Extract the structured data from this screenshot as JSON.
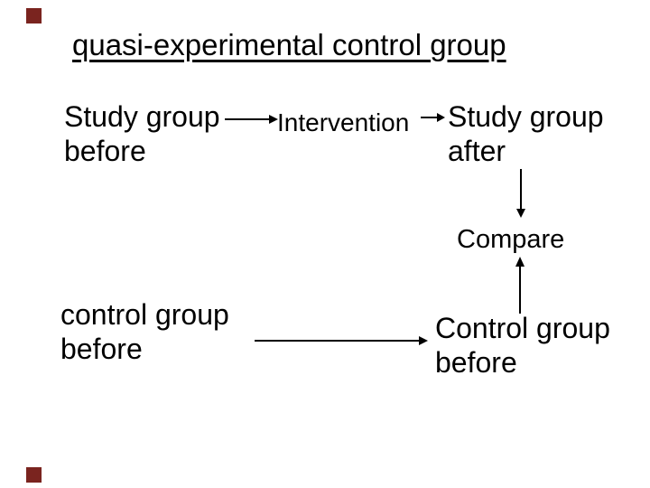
{
  "slide": {
    "title": "quasi-experimental control group",
    "nodes": {
      "study_before": {
        "line1": "Study group",
        "line2": "before"
      },
      "intervention": {
        "label": "Intervention"
      },
      "study_after": {
        "line1": "Study group",
        "line2": "after"
      },
      "compare": {
        "label": "Compare"
      },
      "control_before_left": {
        "line1": "control group",
        "line2": "before"
      },
      "control_before_right": {
        "line1": "Control group",
        "line2": "before"
      }
    },
    "connectors": [
      {
        "from": "study_before",
        "to": "intervention",
        "direction": "right"
      },
      {
        "from": "intervention",
        "to": "study_after",
        "direction": "right"
      },
      {
        "from": "study_after",
        "to": "compare",
        "direction": "down"
      },
      {
        "from": "control_before_right",
        "to": "compare",
        "direction": "up"
      },
      {
        "from": "control_before_left",
        "to": "control_before_right",
        "direction": "right"
      }
    ],
    "colors": {
      "background": "#ffffff",
      "text": "#000000",
      "arrow": "#000000",
      "corner_square": "#7a241f"
    }
  }
}
